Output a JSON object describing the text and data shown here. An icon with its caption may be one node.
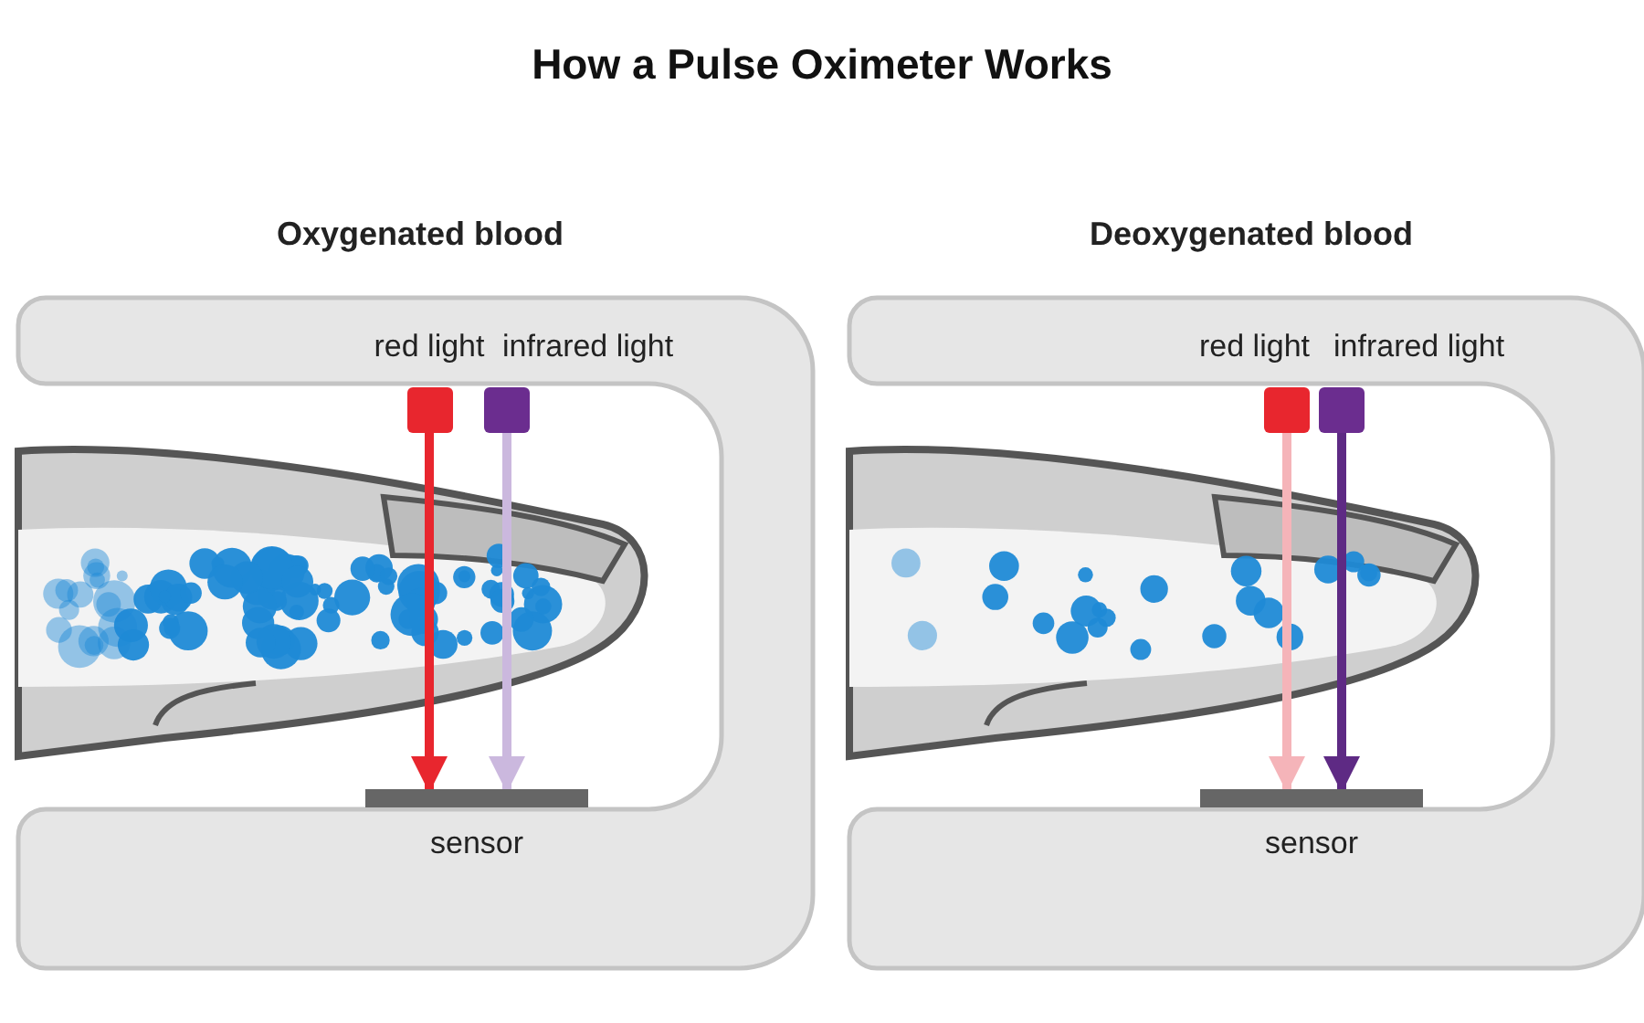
{
  "diagram": {
    "title": "How a Pulse Oximeter Works",
    "nodes": [
      {
        "text": [
          "Oxygenated blood"
        ]
      },
      {
        "text": [
          "red light"
        ],
        "in": 0
      },
      {
        "text": [
          "infrared light"
        ],
        "in": 0
      },
      {
        "text": [
          "sensor"
        ],
        "in": 0
      },
      {
        "text": [
          "Deoxygenated blood"
        ]
      },
      {
        "text": [
          "red light"
        ],
        "in": 4
      },
      {
        "text": [
          "infrared light"
        ],
        "in": 4
      },
      {
        "text": [
          "sensor"
        ],
        "in": 4
      }
    ],
    "edges": [
      {
        "from": 1,
        "to": 3,
        "arrow": "to",
        "color": "#e8262e"
      },
      {
        "from": 2,
        "to": 3,
        "arrow": "to",
        "color": "#cbb8de"
      },
      {
        "from": 5,
        "to": 7,
        "arrow": "to",
        "color": "#f5b4b9"
      },
      {
        "from": 6,
        "to": 7,
        "arrow": "to",
        "color": "#5e2a84"
      }
    ]
  }
}
